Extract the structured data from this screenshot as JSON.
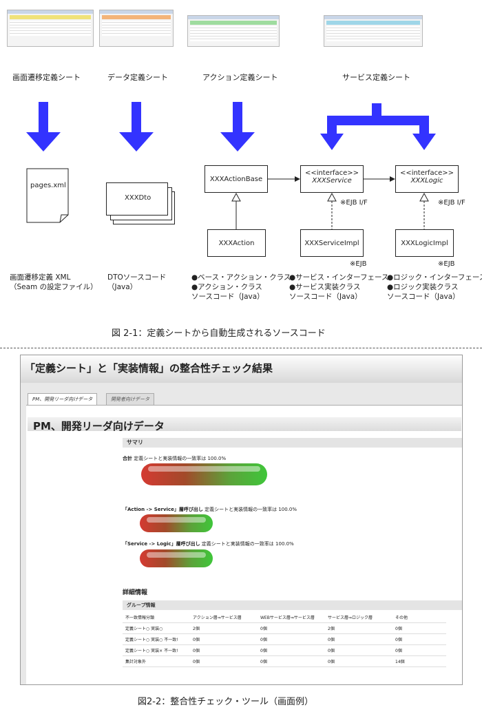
{
  "figure1": {
    "sheets": [
      "画面遷移定義シート",
      "データ定義シート",
      "アクション定義シート",
      "サービス定義シート"
    ],
    "pages_xml": "pages.xml",
    "dto": "XXXDto",
    "action_base": "XXXActionBase",
    "action": "XXXAction",
    "service_if": {
      "stereotype": "<<interface>>",
      "name": "XXXService"
    },
    "logic_if": {
      "stereotype": "<<interface>>",
      "name": "XXXLogic"
    },
    "service_impl": "XXXServiceImpl",
    "logic_impl": "XXXLogicImpl",
    "ejb_if_note": "※EJB I/F",
    "ejb_note": "※EJB",
    "desc1": [
      "画面遷移定義 XML",
      "（Seam の設定ファイル）"
    ],
    "desc2": [
      "DTOソースコード",
      "（Java）"
    ],
    "desc3": [
      "●ベース・アクション・クラス",
      "●アクション・クラス",
      "ソースコード（Java）"
    ],
    "desc4": [
      "●サービス・インターフェース",
      "●サービス実装クラス",
      "ソースコード（Java）"
    ],
    "desc5": [
      "●ロジック・インターフェース",
      "●ロジック実装クラス",
      "ソースコード（Java）"
    ],
    "caption": "図 2-1：定義シートから自動生成されるソースコード"
  },
  "figure2": {
    "window_title": "「定義シート」と「実装情報」の整合性チェック結果",
    "tabs": [
      "PM、開発リーダ向けデータ",
      "開発者向けデータ"
    ],
    "section_title": "PM、開発リーダ向けデータ",
    "summary_header": "サマリ",
    "ratios": [
      {
        "label": "合計",
        "text": "定義シートと実装情報の一致率は 100.0%",
        "value": 1.0
      },
      {
        "label": "「Action -> Service」層呼び出し",
        "text": "定義シートと実装情報の一致率は 100.0%",
        "value": 1.0
      },
      {
        "label": "「Service -> Logic」層呼び出し",
        "text": "定義シートと実装情報の一致率は 100.0%",
        "value": 1.0
      }
    ],
    "detail_header": "詳細情報",
    "group_header": "グループ情報",
    "table": {
      "columns": [
        "不一致情報分類",
        "アクション層⇒サービス層",
        "WEBサービス層⇒サービス層",
        "サービス層⇒ロジック層",
        "その他"
      ],
      "rows": [
        [
          "定義シート○ 実装○",
          "2個",
          "0個",
          "2個",
          "0個"
        ],
        [
          "定義シート○ 実装○ 不一致!",
          "0個",
          "0個",
          "0個",
          "0個"
        ],
        [
          "定義シート○ 実装× 不一致!",
          "0個",
          "0個",
          "0個",
          "0個"
        ],
        [
          "集計対象外",
          "0個",
          "0個",
          "0個",
          "14個"
        ]
      ]
    },
    "caption": "図2-2：整合性チェック・ツール（画面例）"
  },
  "colors": {
    "arrow": "#3333ff",
    "accent_red": "#d43a32",
    "accent_green": "#3fc63a"
  }
}
